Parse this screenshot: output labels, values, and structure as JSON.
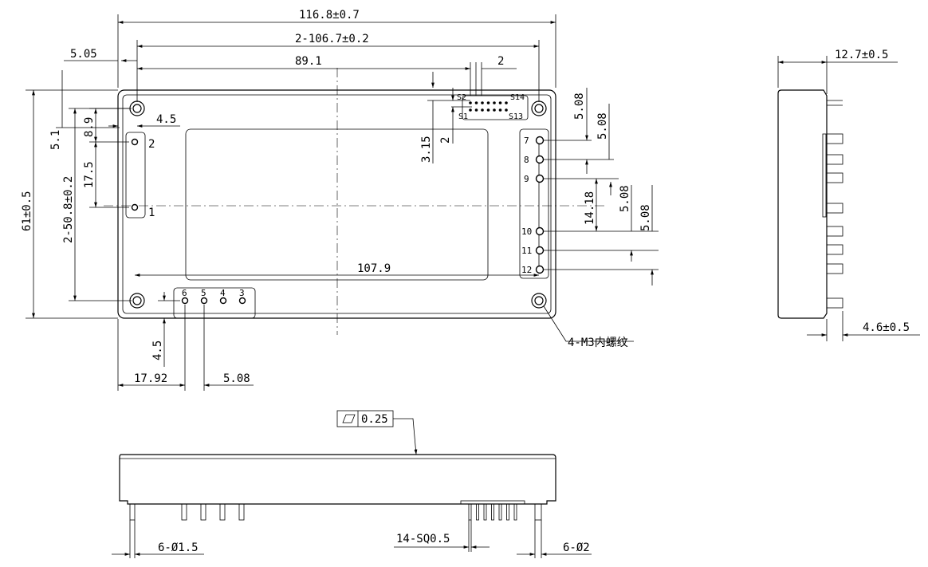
{
  "dims": {
    "overall_width": "116.8±0.7",
    "hole_pitch": "2-106.7±0.2",
    "signal_offset": "89.1",
    "signal_pitch": "2",
    "left_margin": "5.05",
    "pin_pitch_a": "5.08",
    "pin_pitch_b": "5.08",
    "pin_pitch_c": "5.08",
    "pin_pitch_d": "5.08",
    "pin_span": "14.18",
    "signal_vert_a": "3.15",
    "signal_vert_b": "2",
    "height": "61±0.5",
    "hole_vert_pitch": "2-50.8±0.2",
    "pin_offset_5_1": "5.1",
    "pin_offset_8_9": "8.9",
    "pin_spacing_17_5": "17.5",
    "edge_4_5_top": "4.5",
    "edge_4_5_bottom": "4.5",
    "inner_width": "107.9",
    "bottom_offset": "17.92",
    "bottom_pitch": "5.08",
    "thread_note": "4-M3内螺纹",
    "depth": "12.7±0.5",
    "pin_length": "4.6±0.5",
    "flatness": "0.25",
    "pin_dia_a": "6-Ø1.5",
    "signal_square": "14-SQ0.5",
    "pin_dia_b": "6-Ø2"
  },
  "pins": {
    "p1": "1",
    "p2": "2",
    "p3": "3",
    "p4": "4",
    "p5": "5",
    "p6": "6",
    "p7": "7",
    "p8": "8",
    "p9": "9",
    "p10": "10",
    "p11": "11",
    "p12": "12",
    "s1": "S1",
    "s2": "S2",
    "s13": "S13",
    "s14": "S14"
  }
}
